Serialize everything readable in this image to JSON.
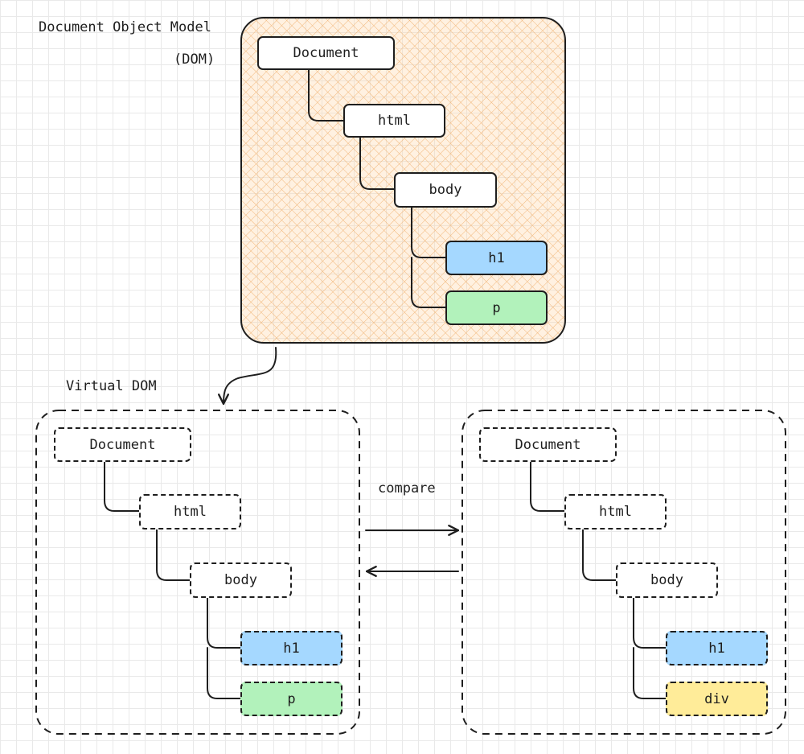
{
  "labels": {
    "dom_title_line1": "Document Object Model",
    "dom_title_line2": "(DOM)",
    "virtual_dom_title": "Virtual DOM",
    "compare": "compare"
  },
  "real_dom": {
    "document": "Document",
    "html": "html",
    "body": "body",
    "h1": "h1",
    "p": "p"
  },
  "virtual_dom_left": {
    "document": "Document",
    "html": "html",
    "body": "body",
    "h1": "h1",
    "p": "p"
  },
  "virtual_dom_right": {
    "document": "Document",
    "html": "html",
    "body": "body",
    "h1": "h1",
    "div": "div"
  },
  "colors": {
    "dom_fill": "#ffd8a8",
    "h1_fill": "#a5d8ff",
    "p_fill": "#b2f2bb",
    "div_fill": "#ffec99",
    "stroke": "#1e1e1e"
  }
}
